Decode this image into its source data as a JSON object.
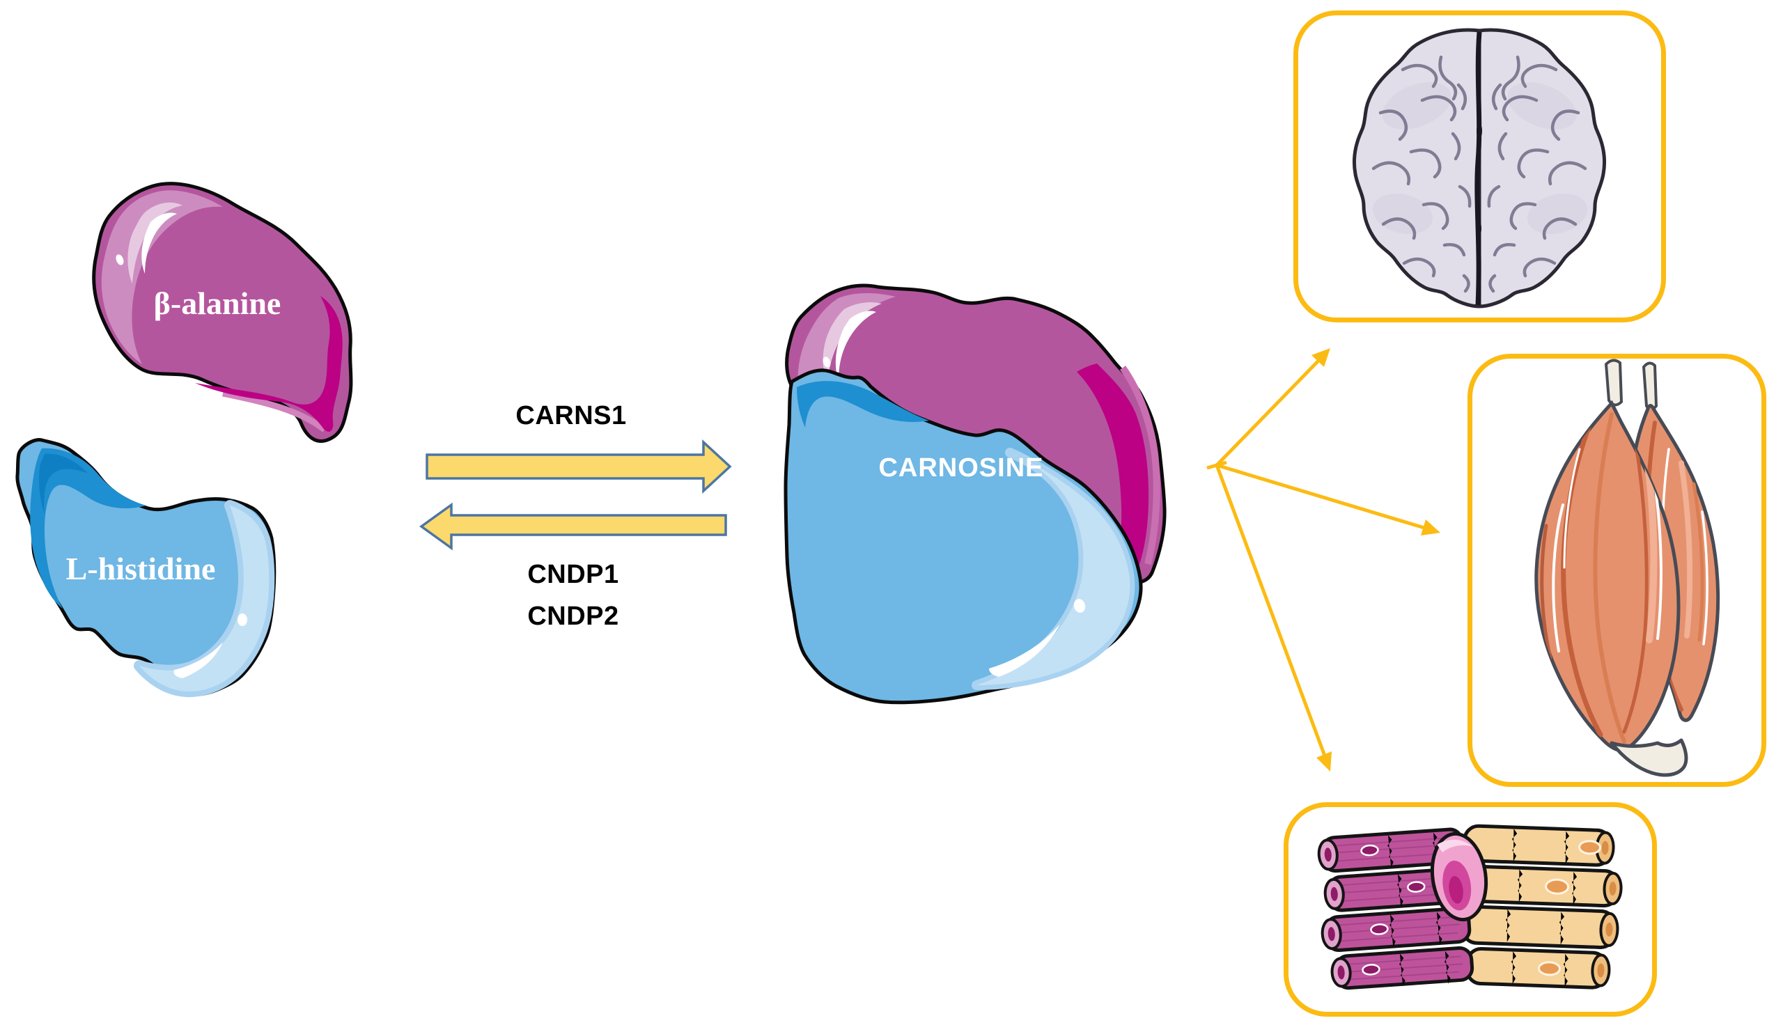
{
  "figure": {
    "labels": {
      "beta_alanine": "β-alanine",
      "l_histidine": "L-histidine",
      "carnosine": "CARNOSINE",
      "synthase": "CARNS1",
      "dipeptidase1": "CNDP1",
      "dipeptidase2": "CNDP2"
    },
    "icons": {
      "brain": "brain-icon",
      "skeletal_muscle": "skeletal-muscle-icon",
      "cardiac_muscle": "cardiac-muscle-tissue-icon"
    },
    "colors": {
      "beta_fill": "#B4569E",
      "beta_dark": "#BC0184",
      "beta_light": "#CD8CC0",
      "beta_lighter": "#E6C9E1",
      "his_fill": "#6FB7E4",
      "his_dark": "#1E8FD0",
      "his_light": "#C3E1F5",
      "his_mid": "#A9D2F0",
      "outline": "#0B0B0B",
      "reaction_arrow_fill": "#FCD96C",
      "reaction_arrow_stroke": "#4C76A2",
      "gold": "#FCBB13",
      "label_light": "#FFFFFF",
      "label_dark": "#000000",
      "brain_fill": "#E2DEE9",
      "brain_sulci": "#837B94",
      "brain_outline": "#2B2733",
      "muscle_fill": "#E5916E",
      "muscle_stripe": "#C4613C",
      "muscle_tendon": "#F2EDE3",
      "muscle_outline": "#474B55",
      "cardiac_magenta": "#BE539C",
      "cardiac_tan": "#F6D39B",
      "cardiac_pink": "#F0A3CE"
    }
  }
}
